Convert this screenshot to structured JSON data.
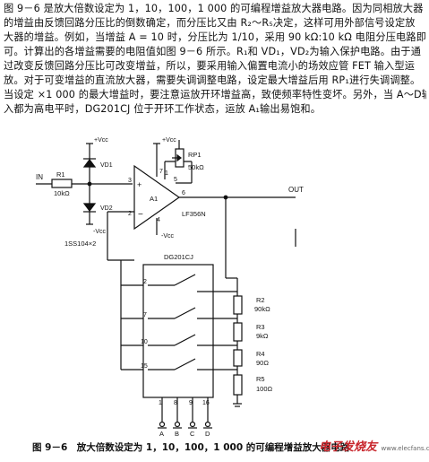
{
  "text": {
    "lines": [
      "图 9－6 是放大倍数设定为 1，10，100，1 000 的可编程增益放大器电路。因为同相放大器",
      "的增益由反馈回路分压比的倒数确定，而分压比又由 R₂～R₅决定，这样可用外部信号设定放",
      "大器的增益。例如，当增益 A = 10 时，分压比为 1/10，采用 90 kΩ:10 kΩ 电阻分压电路即",
      "可。计算出的各增益需要的电阻值如图 9－6 所示。R₁和 VD₁，VD₂为输入保护电路。由于通",
      "过改变反馈回路分压比可改变增益，所以，要采用输入偏置电流小的场效应管 FET 输入型运",
      "放。对于可变增益的直流放大器，需要失调调整电路，设定最大增益后用 RP₁进行失调调整。",
      "当设定 ×1 000 的最大增益时，要注意运放开环增益高，致使频率特性变坏。另外，当 A～D输",
      "入都为高电平时，DG201CJ 位于开环工作状态，运放 A₁输出易饱和。"
    ]
  },
  "schematic": {
    "vcc_labels": [
      "+Vcc",
      "+Vcc",
      "-Vcc",
      "-Vcc"
    ],
    "in_label": "IN",
    "out_label": "OUT",
    "r1_name": "R1",
    "r1_value": "10kΩ",
    "vd1": "VD1",
    "vd2": "VD2",
    "diode_part": "1SS104×2",
    "rp1_name": "RP1",
    "rp1_value": "50kΩ",
    "opamp_name": "A1",
    "opamp_part": "LF356N",
    "pin_labels": [
      "3",
      "2",
      "7",
      "6",
      "4",
      "1",
      "5"
    ],
    "switch_chip": "DG201CJ",
    "switch_pins_left": [
      "2",
      "7",
      "10",
      "15"
    ],
    "switch_pins_bottom": [
      "1",
      "8",
      "9",
      "16"
    ],
    "switch_inputs": [
      "A",
      "B",
      "C",
      "D"
    ],
    "resistors": [
      {
        "name": "R2",
        "value": "90kΩ"
      },
      {
        "name": "R3",
        "value": "9kΩ"
      },
      {
        "name": "R4",
        "value": "90Ω"
      },
      {
        "name": "R5",
        "value": "100Ω"
      }
    ]
  },
  "caption": "图 9－6　放大倍数设定为 1，10，100，1 000 的可编程增益放大器电路",
  "watermark": "电子发烧友",
  "watermark_url": "www.elecfans.com"
}
